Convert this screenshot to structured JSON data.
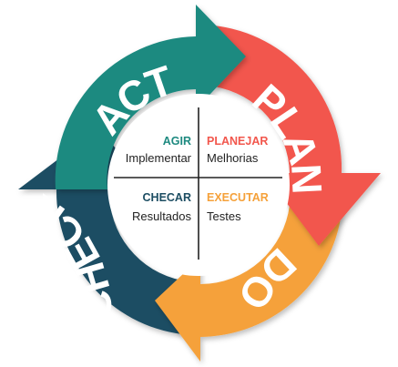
{
  "cycle": {
    "act": {
      "label": "ACT",
      "color": "#1e8a80"
    },
    "plan": {
      "label": "PLAN",
      "color": "#f2574d"
    },
    "do": {
      "label": "DO",
      "color": "#f5a13a"
    },
    "check": {
      "label": "CHECK",
      "color": "#1d4e63"
    }
  },
  "quadrants": {
    "agir": {
      "title": "AGIR",
      "subtitle": "Implementar",
      "color": "#1e8a80"
    },
    "planejar": {
      "title": "PLANEJAR",
      "subtitle": "Melhorias",
      "color": "#f2574d"
    },
    "checar": {
      "title": "CHECAR",
      "subtitle": "Resultados",
      "color": "#1d4e63"
    },
    "executar": {
      "title": "EXECUTAR",
      "subtitle": "Testes",
      "color": "#f5a13a"
    }
  }
}
